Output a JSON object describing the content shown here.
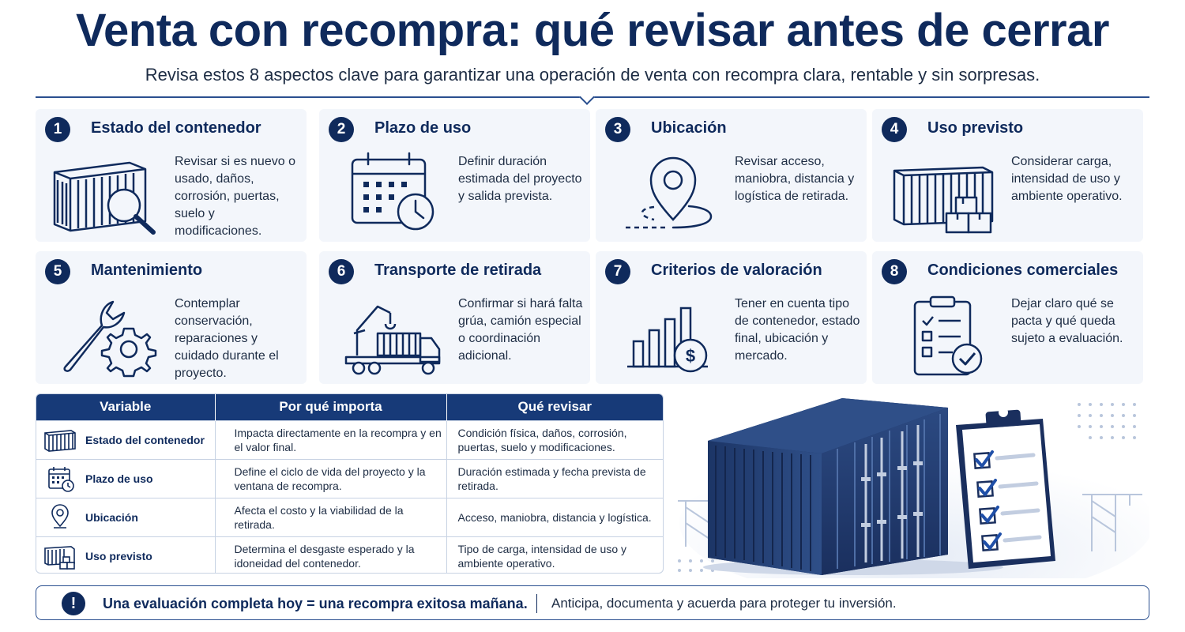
{
  "header": {
    "title": "Venta con recompra: qué revisar antes de cerrar",
    "subtitle": "Revisa estos 8 aspectos clave para garantizar una operación de venta con recompra clara, rentable y sin sorpresas."
  },
  "cards": [
    {
      "num": "1",
      "title": "Estado del contenedor",
      "text": "Revisar si es nuevo o usado, daños, corrosión, puertas, suelo y modificaciones.",
      "icon": "container-magnifier-icon"
    },
    {
      "num": "2",
      "title": "Plazo de uso",
      "text": "Definir duración estimada del proyecto y salida prevista.",
      "icon": "calendar-clock-icon"
    },
    {
      "num": "3",
      "title": "Ubicación",
      "text": "Revisar acceso, maniobra, distancia y logística de retirada.",
      "icon": "location-pin-icon"
    },
    {
      "num": "4",
      "title": "Uso previsto",
      "text": "Considerar carga, intensidad de uso y ambiente operativo.",
      "icon": "container-boxes-icon"
    },
    {
      "num": "5",
      "title": "Mantenimiento",
      "text": "Contemplar conservación, reparaciones y cuidado durante el proyecto.",
      "icon": "wrench-gear-icon"
    },
    {
      "num": "6",
      "title": "Transporte de retirada",
      "text": "Confirmar si hará falta grúa, camión especial o coordinación adicional.",
      "icon": "crane-truck-icon"
    },
    {
      "num": "7",
      "title": "Criterios de valoración",
      "text": "Tener en cuenta tipo de contenedor, estado final, ubicación y mercado.",
      "icon": "bar-chart-dollar-icon"
    },
    {
      "num": "8",
      "title": "Condiciones comerciales",
      "text": "Dejar claro qué se pacta y qué queda sujeto a evaluación.",
      "icon": "clipboard-check-icon"
    }
  ],
  "table": {
    "headers": [
      "Variable",
      "Por qué importa",
      "Qué revisar"
    ],
    "rows": [
      {
        "variable": "Estado del contenedor",
        "why": "Impacta directamente en la recompra y en el valor final.",
        "what": "Condición física, daños, corrosión, puertas, suelo y modificaciones.",
        "icon": "container-icon"
      },
      {
        "variable": "Plazo de uso",
        "why": "Define el ciclo de vida del proyecto y la ventana de recompra.",
        "what": "Duración estimada y fecha prevista de retirada.",
        "icon": "calendar-icon"
      },
      {
        "variable": "Ubicación",
        "why": "Afecta el costo y la viabilidad de la retirada.",
        "what": "Acceso, maniobra, distancia y logística.",
        "icon": "location-pin-icon"
      },
      {
        "variable": "Uso previsto",
        "why": "Determina el desgaste esperado y la idoneidad del contenedor.",
        "what": "Tipo de carga, intensidad de uso y ambiente operativo.",
        "icon": "container-boxes-icon"
      }
    ]
  },
  "footer": {
    "alert_symbol": "!",
    "strong": "Una evaluación completa hoy = una recompra exitosa mañana.",
    "note": "Anticipa, documenta y acuerda para proteger tu inversión."
  },
  "colors": {
    "navy": "#0f2a5c",
    "table_header": "#173a78",
    "card_bg": "#f3f6fb",
    "accent_line": "#2a4f8f"
  }
}
